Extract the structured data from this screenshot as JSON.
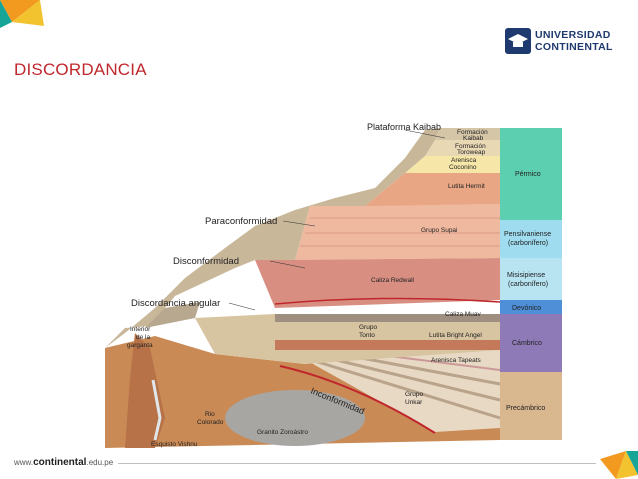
{
  "slide": {
    "title": "DISCORDANCIA",
    "logo": {
      "line1": "UNIVERSIDAD",
      "line2": "CONTINENTAL",
      "icon": "graduation-cap-icon",
      "color": "#1f3a6e"
    },
    "footer": {
      "url_prefix": "www.",
      "url_brand": "continental",
      "url_suffix": ".edu.pe"
    },
    "colors": {
      "title": "#c0272d",
      "orange": "#f29a1f",
      "yellow": "#f2c22f",
      "teal": "#16a596"
    }
  },
  "figure": {
    "labels": {
      "plataforma": "Plataforma Kaibab",
      "paraconformidad": "Paraconformidad",
      "disconformidad": "Disconformidad",
      "discordancia": "Discordancia angular",
      "interior_1": "Interior",
      "interior_2": "de la",
      "interior_3": "garganta",
      "rio_1": "Rio",
      "rio_2": "Colorado",
      "esquisto": "Esquisto Vishnu",
      "granito": "Granito Zoroástro",
      "inconformidad": "Inconformidad",
      "formacion_kaibab_1": "Formación",
      "formacion_kaibab_2": "Kaibab",
      "formacion_toroweap_1": "Formación",
      "formacion_toroweap_2": "Toroweap",
      "arenisca_coconino_1": "Arenisca",
      "arenisca_coconino_2": "Coconino",
      "lutita_hermit": "Lutita Hermit",
      "grupo_supai": "Grupo Supai",
      "caliza_redwall": "Caliza Redwall",
      "caliza_muav": "Caliza Muav",
      "grupo_tonto_1": "Grupo",
      "grupo_tonto_2": "Tonto",
      "lutita_bright_angel": "Lutita Bright Angel",
      "arenisca_tapeats": "Arenisca Tapeats",
      "grupo_unkar_1": "Grupo",
      "grupo_unkar_2": "Unkar"
    },
    "eras": {
      "permico": "Pérmico",
      "pensilvaniense_1": "Pensilvaniense",
      "pensilvaniense_2": "(carbonífero)",
      "misisipiense_1": "Misisipiense",
      "misisipiense_2": "(carbonífero)",
      "devonico": "Devónico",
      "cambrico": "Cámbrico",
      "precambrico": "Precámbrico"
    },
    "era_colors": {
      "permico": "#5ccfb0",
      "pensilvaniense": "#9fdcf0",
      "misisipiense": "#b8e4f2",
      "devonico": "#4f8fd8",
      "cambrico": "#8f7ab8",
      "precambrico": "#d9b78f"
    }
  }
}
